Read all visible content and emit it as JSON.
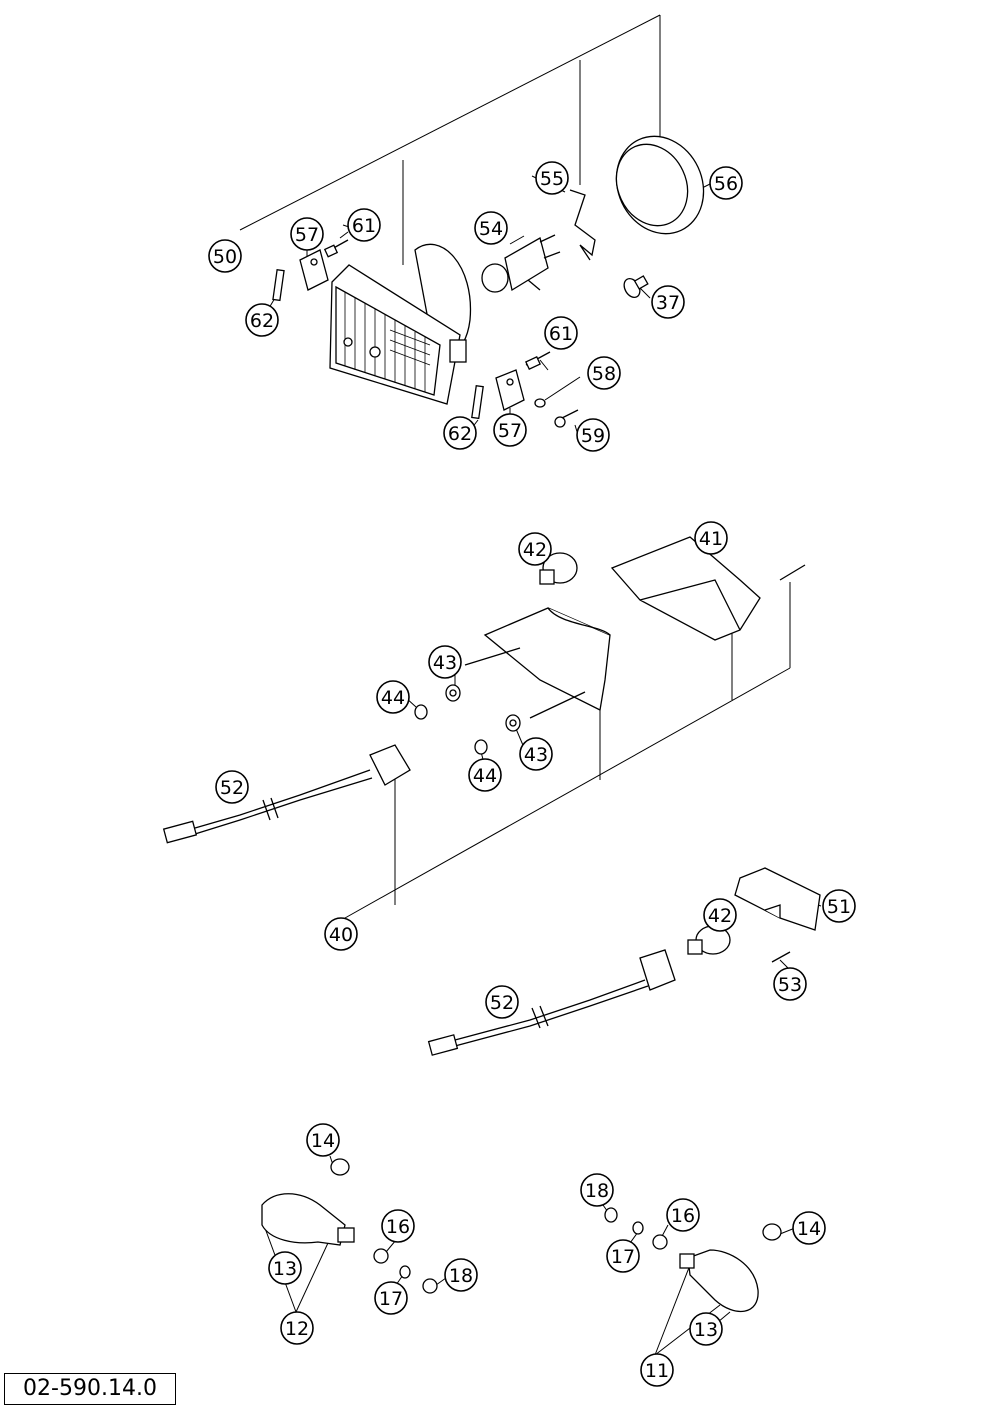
{
  "diagram_ref": "02-590.14.0",
  "callouts": [
    {
      "id": "c50",
      "label": "50"
    },
    {
      "id": "c57a",
      "label": "57"
    },
    {
      "id": "c61a",
      "label": "61"
    },
    {
      "id": "c62a",
      "label": "62"
    },
    {
      "id": "c54",
      "label": "54"
    },
    {
      "id": "c55",
      "label": "55"
    },
    {
      "id": "c56",
      "label": "56"
    },
    {
      "id": "c37",
      "label": "37"
    },
    {
      "id": "c61b",
      "label": "61"
    },
    {
      "id": "c58",
      "label": "58"
    },
    {
      "id": "c59",
      "label": "59"
    },
    {
      "id": "c62b",
      "label": "62"
    },
    {
      "id": "c57b",
      "label": "57"
    },
    {
      "id": "c42a",
      "label": "42"
    },
    {
      "id": "c41",
      "label": "41"
    },
    {
      "id": "c43a",
      "label": "43"
    },
    {
      "id": "c44a",
      "label": "44"
    },
    {
      "id": "c43b",
      "label": "43"
    },
    {
      "id": "c44b",
      "label": "44"
    },
    {
      "id": "c52a",
      "label": "52"
    },
    {
      "id": "c40",
      "label": "40"
    },
    {
      "id": "c42b",
      "label": "42"
    },
    {
      "id": "c51",
      "label": "51"
    },
    {
      "id": "c53",
      "label": "53"
    },
    {
      "id": "c52b",
      "label": "52"
    },
    {
      "id": "c14a",
      "label": "14"
    },
    {
      "id": "c16a",
      "label": "16"
    },
    {
      "id": "c13a",
      "label": "13"
    },
    {
      "id": "c17a",
      "label": "17"
    },
    {
      "id": "c18a",
      "label": "18"
    },
    {
      "id": "c12",
      "label": "12"
    },
    {
      "id": "c18b",
      "label": "18"
    },
    {
      "id": "c16b",
      "label": "16"
    },
    {
      "id": "c17b",
      "label": "17"
    },
    {
      "id": "c14b",
      "label": "14"
    },
    {
      "id": "c13b",
      "label": "13"
    },
    {
      "id": "c11",
      "label": "11"
    }
  ]
}
